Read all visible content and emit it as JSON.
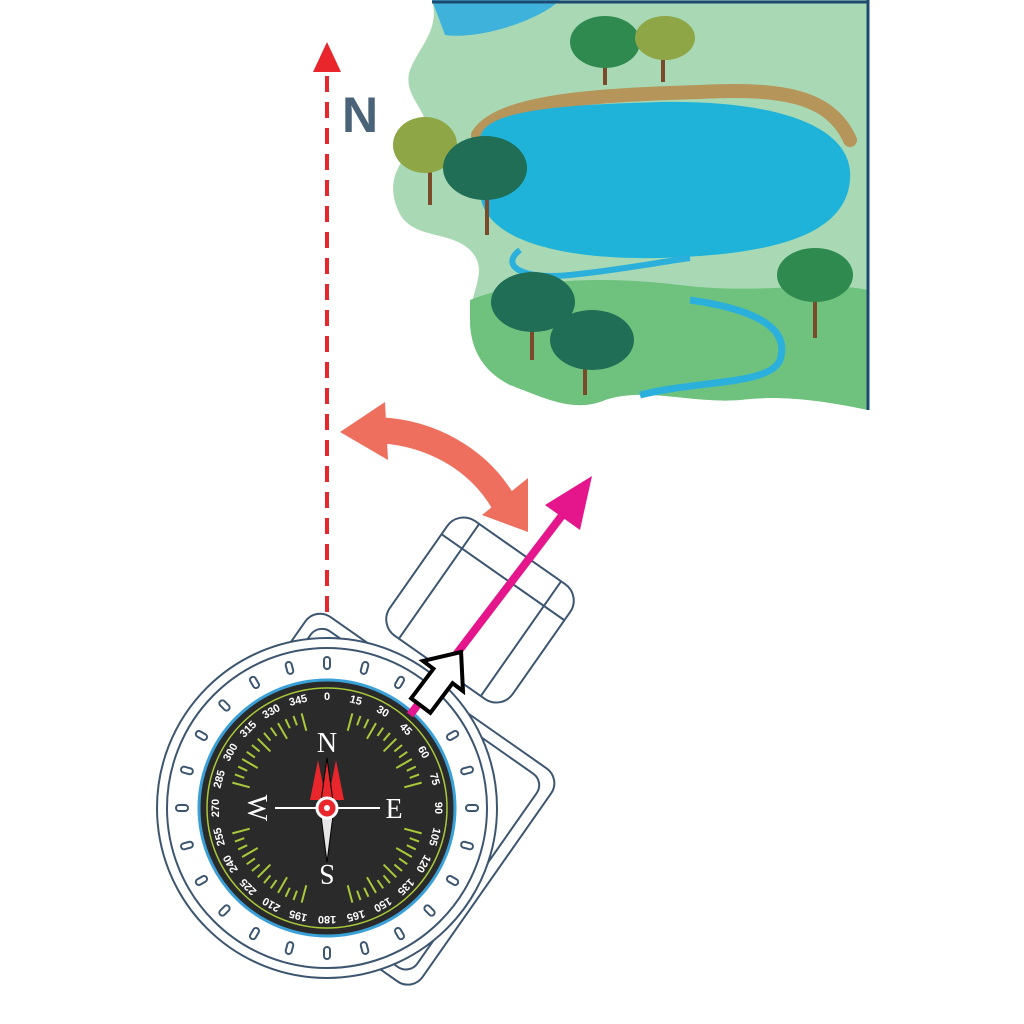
{
  "north_label": "N",
  "compass": {
    "cardinals": {
      "n": "N",
      "e": "E",
      "s": "S",
      "w": "W"
    },
    "degree_labels": [
      "0",
      "15",
      "30",
      "45",
      "60",
      "75",
      "90",
      "105",
      "120",
      "135",
      "150",
      "165",
      "180",
      "195",
      "210",
      "225",
      "240",
      "255",
      "270",
      "285",
      "300",
      "315",
      "330",
      "345"
    ]
  },
  "colors": {
    "north_line": "#e8262b",
    "north_text": "#4b6379",
    "rotate_arrow": "#ee6f5e",
    "direction_arrow": "#e5168c",
    "dial_face": "#2a2a2a",
    "dial_ticks": "#a9c93a",
    "water": "#1fb3da",
    "land": "#8fcf9e"
  }
}
